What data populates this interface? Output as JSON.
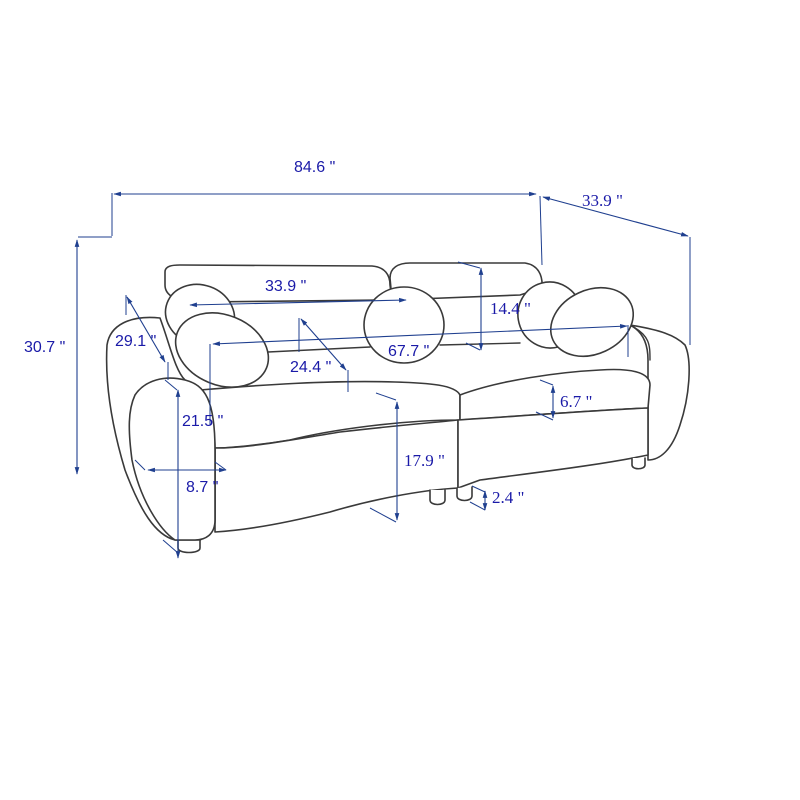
{
  "diagram": {
    "subject": "Sofa dimension drawing",
    "line_color": "#3a3a3a",
    "dimension_color": "#1f3f8f",
    "label_color": "#1a1aa8",
    "dimensions": {
      "overall_width": "84.6 \"",
      "overall_depth": "33.9 \"",
      "overall_height": "30.7 \"",
      "backrest_width": "33.9 \"",
      "backrest_height": "14.4 \"",
      "armrest_depth": "29.1 \"",
      "seat_depth": "24.4 \"",
      "seat_width": "67.7 \"",
      "armrest_height": "21.5 \"",
      "armrest_width": "8.7 \"",
      "seat_height": "17.9 \"",
      "cushion_thickness": "6.7 \"",
      "leg_height": "2.4 \""
    }
  }
}
